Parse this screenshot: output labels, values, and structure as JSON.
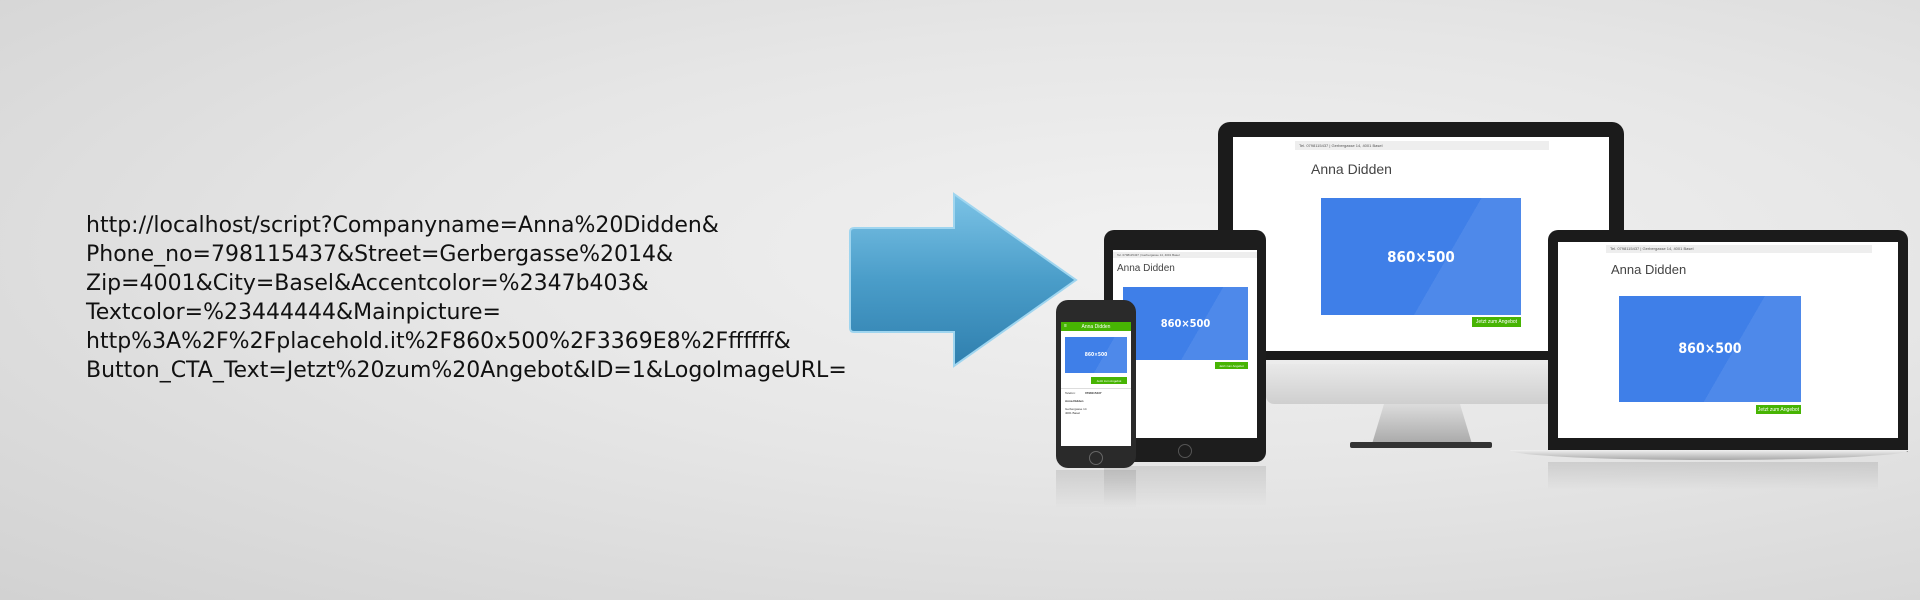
{
  "url_lines": [
    "http://localhost/script?Companyname=Anna%20Didden&",
    "Phone_no=798115437&Street=Gerbergasse%2014&",
    "Zip=4001&City=Basel&Accentcolor=%2347b403&",
    "Textcolor=%23444444&Mainpicture=",
    "http%3A%2F%2Fplacehold.it%2F860x500%2F3369E8%2Fffffff&",
    "Button_CTA_Text=Jetzt%20zum%20Angebot&ID=1&LogoImageURL="
  ],
  "preview": {
    "company_name": "Anna Didden",
    "topbar_text": "Tel. 0798115437 | Gerbergasse 14, 4001 Basel",
    "placeholder_label": "860×500",
    "phone_placeholder_label": "860×500",
    "cta_label": "Jetzt zum Angebot",
    "phone_telefon_label": "Telefon:",
    "phone_telefon_value": "0798115437",
    "phone_address_name": "Anna Didden",
    "phone_address_street": "Gerbergasse 14",
    "phone_address_city": "4001 Basel"
  },
  "colors": {
    "accent": "#47b403",
    "text": "#444444",
    "placeholder": "#3f7fe8",
    "arrow": "#4a9dc9"
  },
  "icons": [
    "right-arrow-icon",
    "hamburger-menu-icon"
  ]
}
